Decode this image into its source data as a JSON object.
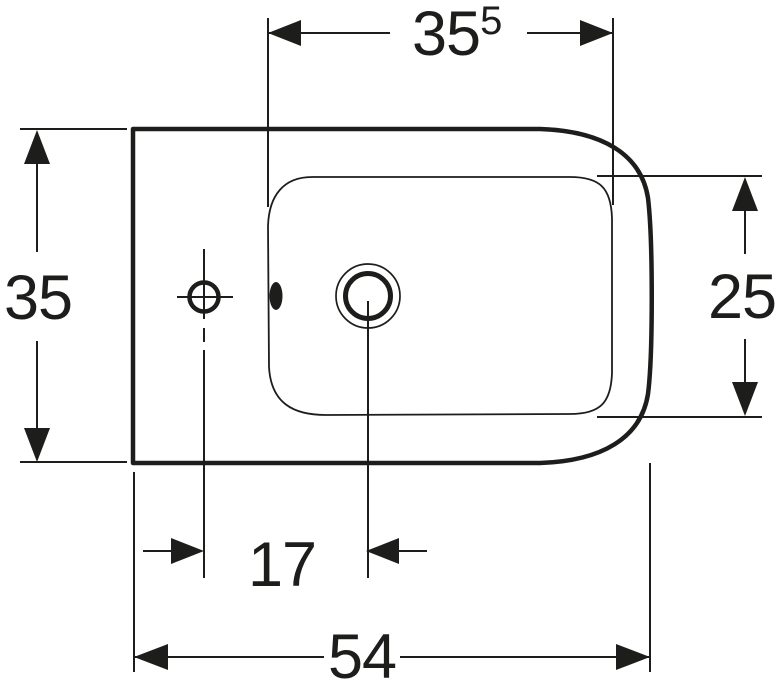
{
  "drawing": {
    "description": "Technical top-view dimension drawing of a rectangular ceramic bidet",
    "background_color": "#ffffff",
    "ink_color": "#1d1d1b",
    "dimensions": {
      "inner_basin_width": {
        "value": "35",
        "sup": "5"
      },
      "overall_depth": {
        "value": "35"
      },
      "inner_basin_depth": {
        "value": "25"
      },
      "tap_to_drain_offset": {
        "value": "17"
      },
      "overall_width": {
        "value": "54"
      }
    }
  }
}
